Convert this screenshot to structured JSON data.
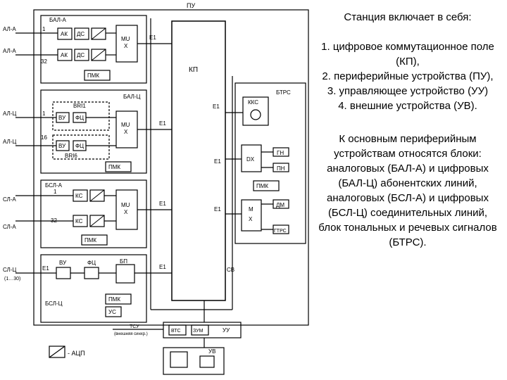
{
  "diagram": {
    "pu": "ПУ",
    "bal_a": "БАЛ-А",
    "bal_c": "БАЛ-Ц",
    "bsl_a": "БСЛ-А",
    "bsl_c": "БСЛ-Ц",
    "btrs": "БТРС",
    "kp": "КП",
    "mux": [
      "MU",
      "X"
    ],
    "ak": "АК",
    "dc": "ДС",
    "pmk_a": "ПМК",
    "pmk_c": "ПМК",
    "pmk_b": "ПМК",
    "pmk_btrs": "ПМК",
    "bri1": "BRI1",
    "bri6": "BRI6",
    "vu": "ВУ",
    "fc": "ФЦ",
    "ks": "КС",
    "bp": "БП",
    "us": "УС",
    "kks": "ККС",
    "dx": "DX",
    "mx": [
      "М",
      "Х"
    ],
    "gn": "ГН",
    "pn": "ПН",
    "dm": "ДМ",
    "gtrs": "ГТРС",
    "e1": "E1",
    "al_a": "АЛ-А",
    "al_c": "АЛ-Ц",
    "sl_a": "СЛ-А",
    "sl_c": "СЛ-Ц",
    "sl_c_range": "(1…30)",
    "n1": "1",
    "n16": "16",
    "n32": "32",
    "n30": "30",
    "sv": "СВ",
    "uu": "УУ",
    "uv": "УВ",
    "tsu": "ТСУ",
    "tsu_note": "(внешняя синхр.)",
    "zum": "ЗУМ",
    "vtc": "ВТС",
    "acp_legend": "- АЦП"
  },
  "description": {
    "intro": "Станция включает в себя:",
    "items": [
      "1. цифровое коммутационное поле (КП),",
      "2. периферийные устройства (ПУ),",
      "3. управляющее устройство (УУ)",
      "4. внешние устройства (УВ)."
    ],
    "summary": "К основным периферийным устройствам относятся блоки: аналоговых (БАЛ-А) и цифровых (БАЛ-Ц) абонентских линий, аналоговых (БСЛ-А) и цифровых (БСЛ-Ц) соединительных линий, блок тональных и речевых сигналов (БТРС)."
  }
}
